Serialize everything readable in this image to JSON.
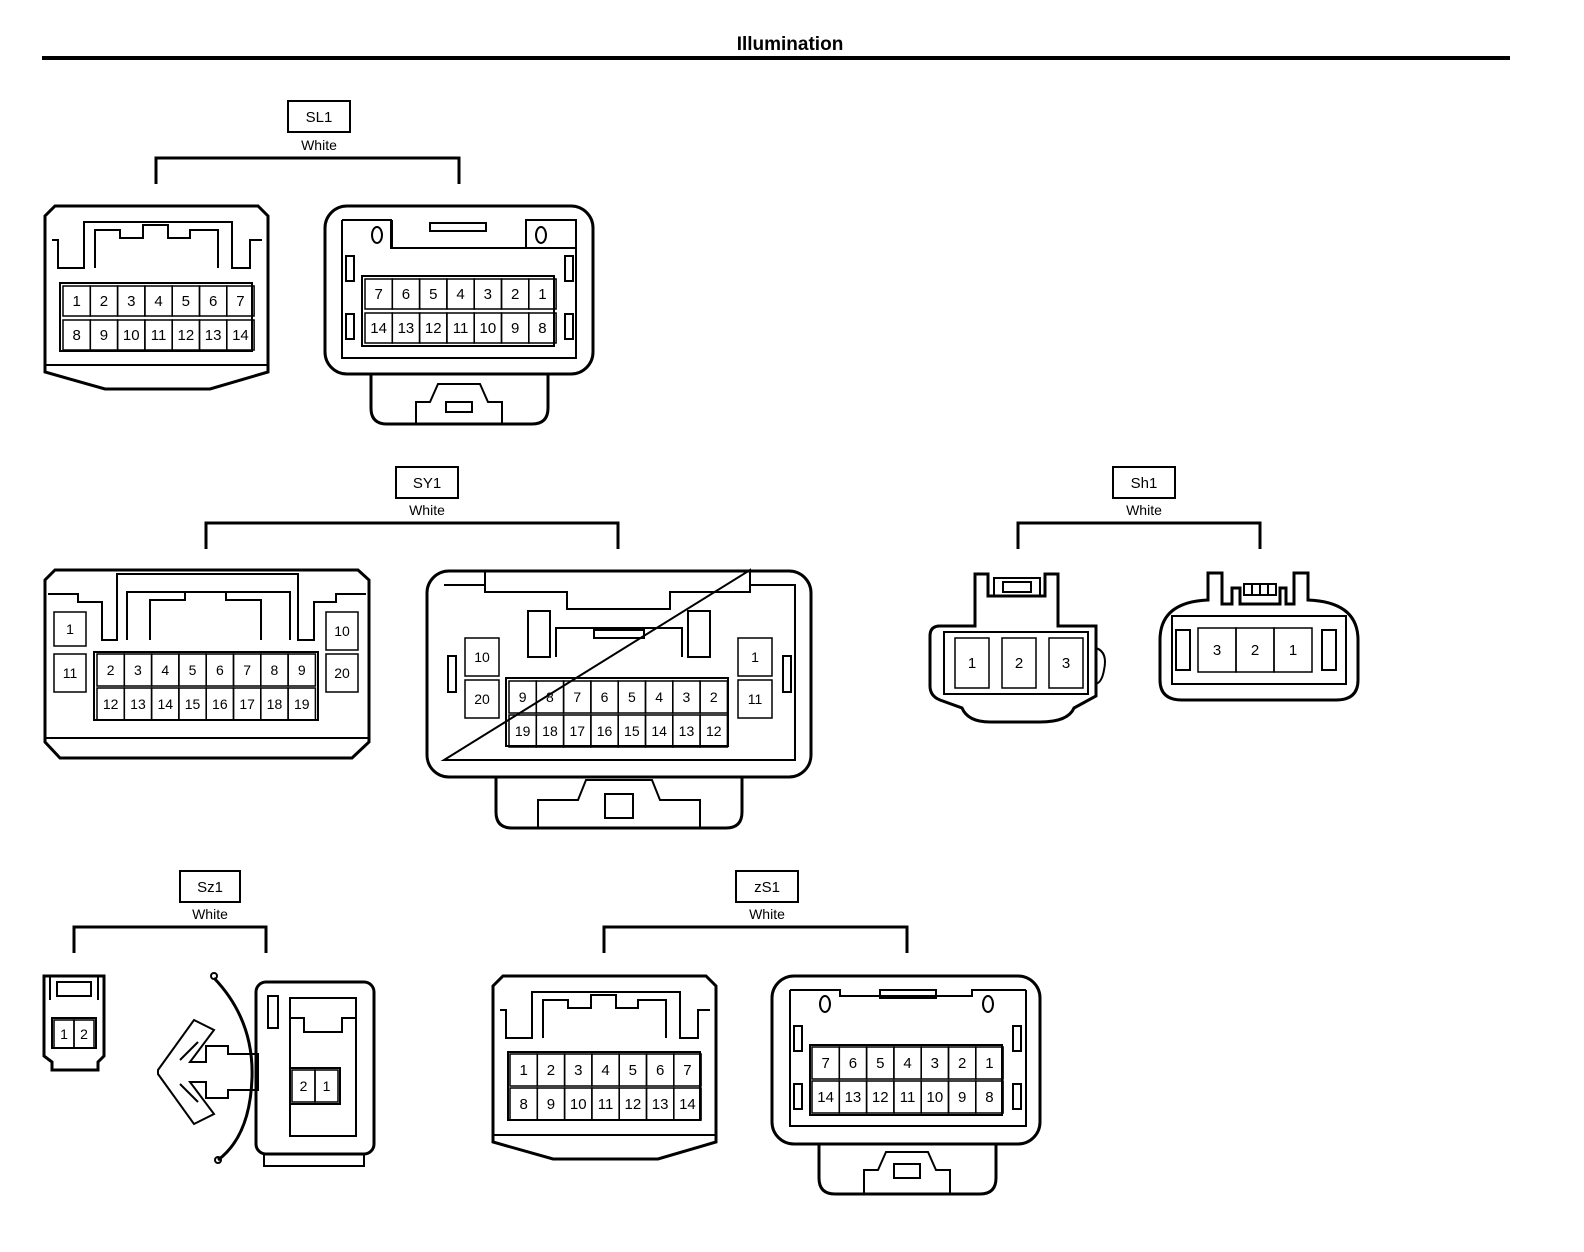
{
  "page": {
    "title": "Illumination"
  },
  "connectors": {
    "SL1": {
      "label": "SL1",
      "color": "White",
      "left_pins": [
        "1",
        "2",
        "3",
        "4",
        "5",
        "6",
        "7",
        "8",
        "9",
        "10",
        "11",
        "12",
        "13",
        "14"
      ],
      "right_pins": [
        "7",
        "6",
        "5",
        "4",
        "3",
        "2",
        "1",
        "14",
        "13",
        "12",
        "11",
        "10",
        "9",
        "8"
      ]
    },
    "SY1": {
      "label": "SY1",
      "color": "White",
      "left_pins": [
        "1",
        "11",
        "2",
        "3",
        "4",
        "5",
        "6",
        "7",
        "8",
        "9",
        "12",
        "13",
        "14",
        "15",
        "16",
        "17",
        "18",
        "19",
        "10",
        "20"
      ],
      "right_pins": [
        "10",
        "20",
        "9",
        "8",
        "7",
        "6",
        "5",
        "4",
        "3",
        "2",
        "19",
        "18",
        "17",
        "16",
        "15",
        "14",
        "13",
        "12",
        "1",
        "11"
      ]
    },
    "Sh1": {
      "label": "Sh1",
      "color": "White",
      "left_pins": [
        "1",
        "2",
        "3"
      ],
      "right_pins": [
        "3",
        "2",
        "1"
      ]
    },
    "Sz1": {
      "label": "Sz1",
      "color": "White",
      "left_pins": [
        "1",
        "2"
      ],
      "right_pins": [
        "2",
        "1"
      ]
    },
    "zS1": {
      "label": "zS1",
      "color": "White",
      "left_pins": [
        "1",
        "2",
        "3",
        "4",
        "5",
        "6",
        "7",
        "8",
        "9",
        "10",
        "11",
        "12",
        "13",
        "14"
      ],
      "right_pins": [
        "7",
        "6",
        "5",
        "4",
        "3",
        "2",
        "1",
        "14",
        "13",
        "12",
        "11",
        "10",
        "9",
        "8"
      ]
    }
  }
}
